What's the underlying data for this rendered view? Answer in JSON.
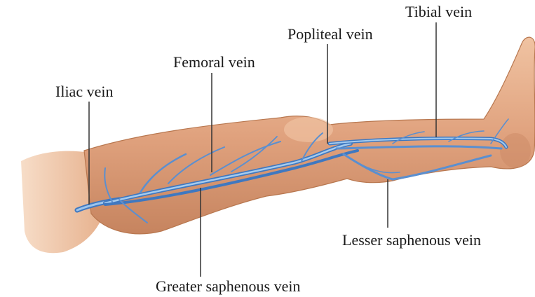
{
  "labels": {
    "tibial": "Tibial vein",
    "popliteal": "Popliteal vein",
    "femoral": "Femoral vein",
    "iliac": "Iliac vein",
    "lesser_saphenous": "Lesser saphenous vein",
    "greater_saphenous": "Greater saphenous vein"
  },
  "colors": {
    "skin": "#e0a27e",
    "skin_shadow": "#c98763",
    "skin_light": "#f2c6a6",
    "vein": "#7fb0e0",
    "vein_dark": "#3f78c0",
    "leader": "#333333"
  }
}
